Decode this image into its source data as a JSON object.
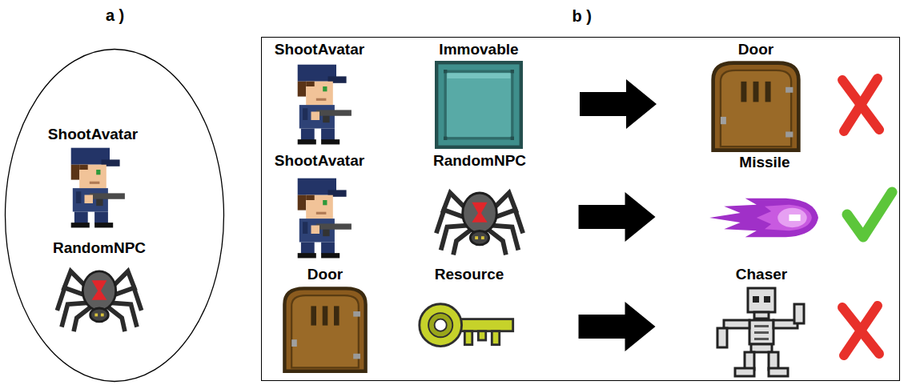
{
  "diagram": {
    "nodes": [
      {
        "text": [
          "a )"
        ]
      },
      {
        "text": [
          "ShootAvatar"
        ],
        "in": 0
      },
      {
        "text": [
          "RandomNPC"
        ],
        "in": 0
      },
      {
        "text": [
          "b )"
        ]
      },
      {
        "text": [
          "ShootAvatar"
        ],
        "in": 3
      },
      {
        "text": [
          "Immovable"
        ],
        "in": 3
      },
      {
        "text": [
          "Door"
        ],
        "in": 3
      },
      {
        "text": [
          "ShootAvatar"
        ],
        "in": 3
      },
      {
        "text": [
          "RandomNPC"
        ],
        "in": 3
      },
      {
        "text": [
          "Missile"
        ],
        "in": 3
      },
      {
        "text": [
          "Door"
        ],
        "in": 3
      },
      {
        "text": [
          "Resource"
        ],
        "in": 3
      },
      {
        "text": [
          "Chaser"
        ],
        "in": 3
      }
    ],
    "edges": [
      {
        "from": 5,
        "to": 6,
        "arrow": "to"
      },
      {
        "from": 8,
        "to": 9,
        "arrow": "to"
      },
      {
        "from": 11,
        "to": 12,
        "arrow": "to"
      }
    ]
  }
}
